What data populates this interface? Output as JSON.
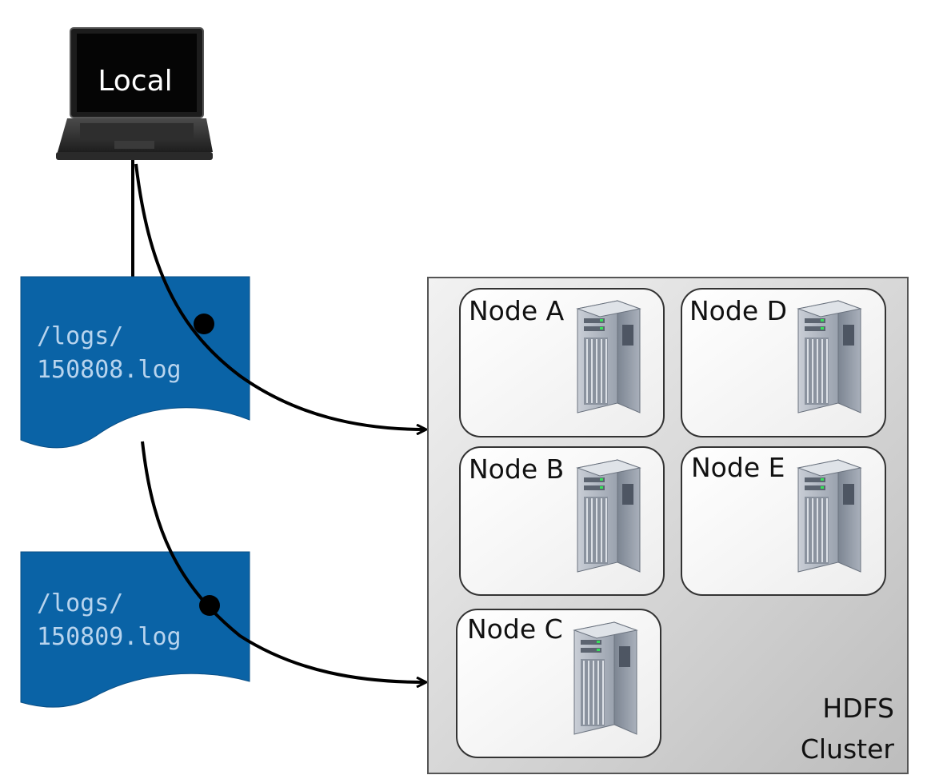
{
  "laptop": {
    "label": "Local",
    "screen_color": "#0a0a0a",
    "text_color": "#ffffff"
  },
  "files": [
    {
      "line1": "/logs/",
      "line2": "150808.log"
    },
    {
      "line1": "/logs/",
      "line2": "150809.log"
    }
  ],
  "cluster": {
    "line1": "HDFS",
    "line2": "Cluster",
    "nodes": [
      {
        "label": "Node A"
      },
      {
        "label": "Node D"
      },
      {
        "label": "Node B"
      },
      {
        "label": "Node E"
      },
      {
        "label": "Node C"
      }
    ]
  },
  "colors": {
    "file_fill": "#0a63a6",
    "file_text": "#b8d4ee",
    "cluster_border": "#555555",
    "arrow": "#000000"
  }
}
